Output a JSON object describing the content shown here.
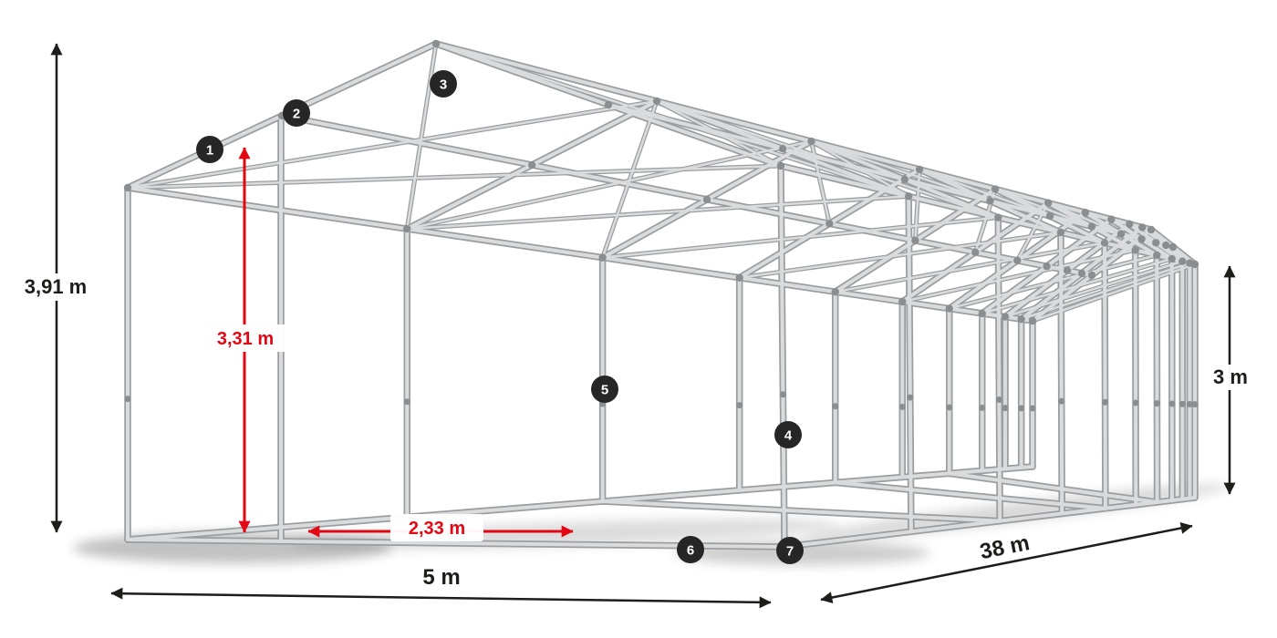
{
  "page": {
    "background": "#ffffff"
  },
  "colors": {
    "accent_red": "#e30613",
    "dimension": "#1d1d1b",
    "marker_bg": "#262626",
    "marker_text": "#ffffff",
    "frame_dark": "#9b9ea1",
    "frame_light": "#d9dbdc",
    "frame_joint": "#8a8e91",
    "shadow": "#3f4143"
  },
  "dimensions": {
    "total_height": {
      "label": "3,91 m"
    },
    "inner_height": {
      "label": "3,31 m"
    },
    "side_height": {
      "label": "3 m"
    },
    "bay_spacing": {
      "label": "2,33 m"
    },
    "front_width": {
      "label": "5 m"
    },
    "length": {
      "label": "38 m"
    }
  },
  "markers": [
    {
      "label": "1"
    },
    {
      "label": "2"
    },
    {
      "label": "3"
    },
    {
      "label": "4"
    },
    {
      "label": "5"
    },
    {
      "label": "6"
    },
    {
      "label": "7"
    }
  ]
}
